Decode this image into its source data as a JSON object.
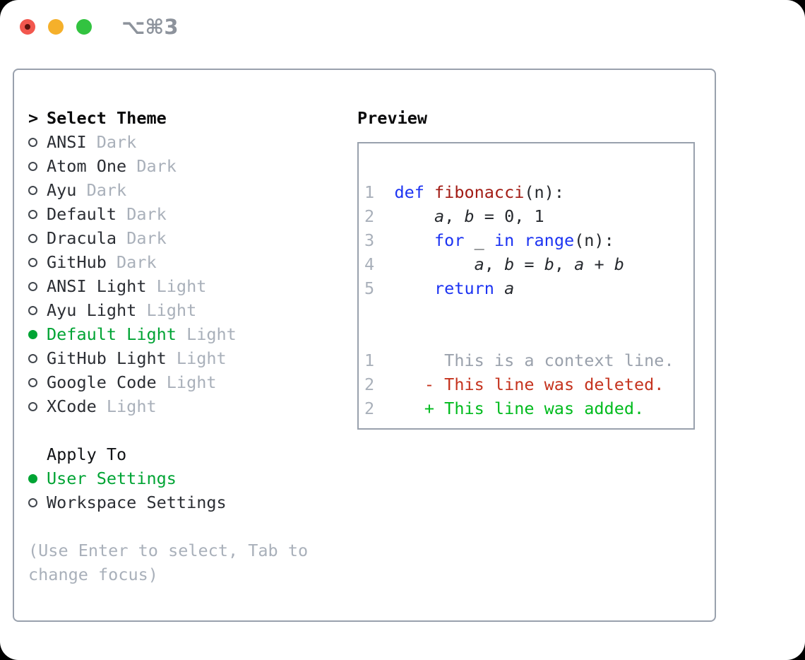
{
  "titlebar": {
    "shortcut": "⌥⌘3",
    "traffic_lights": {
      "close": "#f2574e",
      "close_dot": "#5c120d",
      "minimize": "#f5b02b",
      "zoom": "#32c340"
    }
  },
  "theme_panel": {
    "select_header": {
      "prompt": ">",
      "label": "Select Theme"
    },
    "themes": [
      {
        "name": "ANSI",
        "tag": "Dark",
        "selected": false
      },
      {
        "name": "Atom One",
        "tag": "Dark",
        "selected": false
      },
      {
        "name": "Ayu",
        "tag": "Dark",
        "selected": false
      },
      {
        "name": "Default",
        "tag": "Dark",
        "selected": false
      },
      {
        "name": "Dracula",
        "tag": "Dark",
        "selected": false
      },
      {
        "name": "GitHub",
        "tag": "Dark",
        "selected": false
      },
      {
        "name": "ANSI Light",
        "tag": "Light",
        "selected": false
      },
      {
        "name": "Ayu Light",
        "tag": "Light",
        "selected": false
      },
      {
        "name": "Default Light",
        "tag": "Light",
        "selected": true
      },
      {
        "name": "GitHub Light",
        "tag": "Light",
        "selected": false
      },
      {
        "name": "Google Code",
        "tag": "Light",
        "selected": false
      },
      {
        "name": "XCode",
        "tag": "Light",
        "selected": false
      }
    ],
    "apply_header": "Apply To",
    "apply_options": [
      {
        "name": "User Settings",
        "selected": true
      },
      {
        "name": "Workspace Settings",
        "selected": false
      }
    ],
    "hint_lines": [
      "(Use Enter to select, Tab to",
      "change focus)"
    ]
  },
  "preview": {
    "title": "Preview",
    "code_lines": [
      {
        "num": "1",
        "tokens": [
          {
            "t": "def ",
            "c": "kw"
          },
          {
            "t": "fibonacci",
            "c": "fn"
          },
          {
            "t": "(n):",
            "c": "pl"
          }
        ]
      },
      {
        "num": "2",
        "tokens": [
          {
            "t": "    ",
            "c": "pl"
          },
          {
            "t": "a",
            "c": "id"
          },
          {
            "t": ", ",
            "c": "pl"
          },
          {
            "t": "b",
            "c": "id"
          },
          {
            "t": " = 0, 1",
            "c": "pl"
          }
        ]
      },
      {
        "num": "3",
        "tokens": [
          {
            "t": "    ",
            "c": "pl"
          },
          {
            "t": "for",
            "c": "kw"
          },
          {
            "t": " _ ",
            "c": "pl"
          },
          {
            "t": "in",
            "c": "kw"
          },
          {
            "t": " ",
            "c": "pl"
          },
          {
            "t": "range",
            "c": "kw"
          },
          {
            "t": "(n):",
            "c": "pl"
          }
        ]
      },
      {
        "num": "4",
        "tokens": [
          {
            "t": "        ",
            "c": "pl"
          },
          {
            "t": "a",
            "c": "id"
          },
          {
            "t": ", ",
            "c": "pl"
          },
          {
            "t": "b",
            "c": "id"
          },
          {
            "t": " = ",
            "c": "pl"
          },
          {
            "t": "b",
            "c": "id"
          },
          {
            "t": ", ",
            "c": "pl"
          },
          {
            "t": "a",
            "c": "id"
          },
          {
            "t": " + ",
            "c": "pl"
          },
          {
            "t": "b",
            "c": "id"
          }
        ]
      },
      {
        "num": "5",
        "tokens": [
          {
            "t": "    ",
            "c": "pl"
          },
          {
            "t": "return",
            "c": "kw"
          },
          {
            "t": " ",
            "c": "pl"
          },
          {
            "t": "a",
            "c": "id"
          }
        ]
      }
    ],
    "diff_lines": [
      {
        "num": "1",
        "tokens": [
          {
            "t": "     This is a context line.",
            "c": "ctx"
          }
        ]
      },
      {
        "num": "2",
        "tokens": [
          {
            "t": "   - This line was deleted.",
            "c": "del"
          }
        ]
      },
      {
        "num": "2",
        "tokens": [
          {
            "t": "   + This line was added.",
            "c": "add"
          }
        ]
      }
    ]
  },
  "colors": {
    "accent_green": "#00a434",
    "keyword_blue": "#1c33f2",
    "function_red": "#a21c15",
    "diff_delete_red": "#c5331e",
    "diff_add_green": "#00bb1d",
    "muted_gray": "#a9b0ba",
    "border_gray": "#99a1ad",
    "text_dark": "#2b2e34"
  }
}
